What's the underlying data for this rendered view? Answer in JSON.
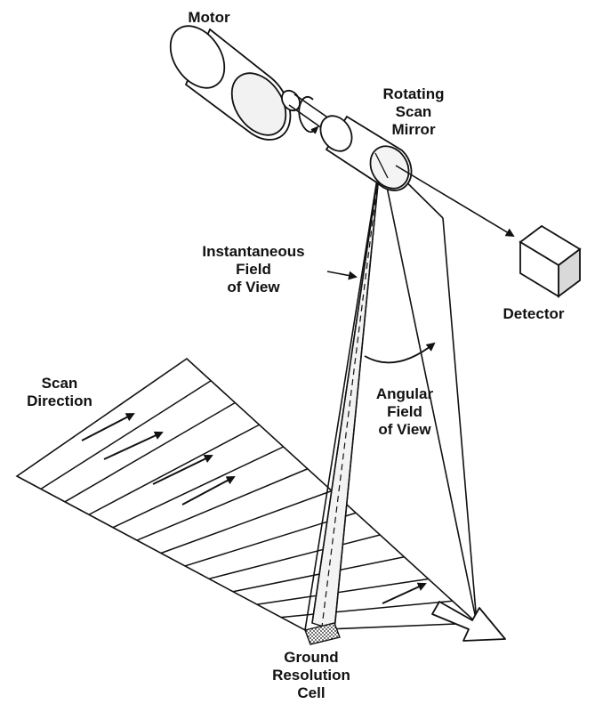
{
  "labels": {
    "motor": "Motor",
    "rotating_scan_mirror": [
      "Rotating",
      "Scan",
      "Mirror"
    ],
    "instantaneous_fov": [
      "Instantaneous",
      "Field",
      "of View"
    ],
    "detector": "Detector",
    "scan_direction": [
      "Scan",
      "Direction"
    ],
    "angular_fov": [
      "Angular",
      "Field",
      "of View"
    ],
    "ground_resolution_cell": [
      "Ground",
      "Resolution",
      "Cell"
    ]
  },
  "colors": {
    "ink": "#111111",
    "paper": "#ffffff"
  }
}
